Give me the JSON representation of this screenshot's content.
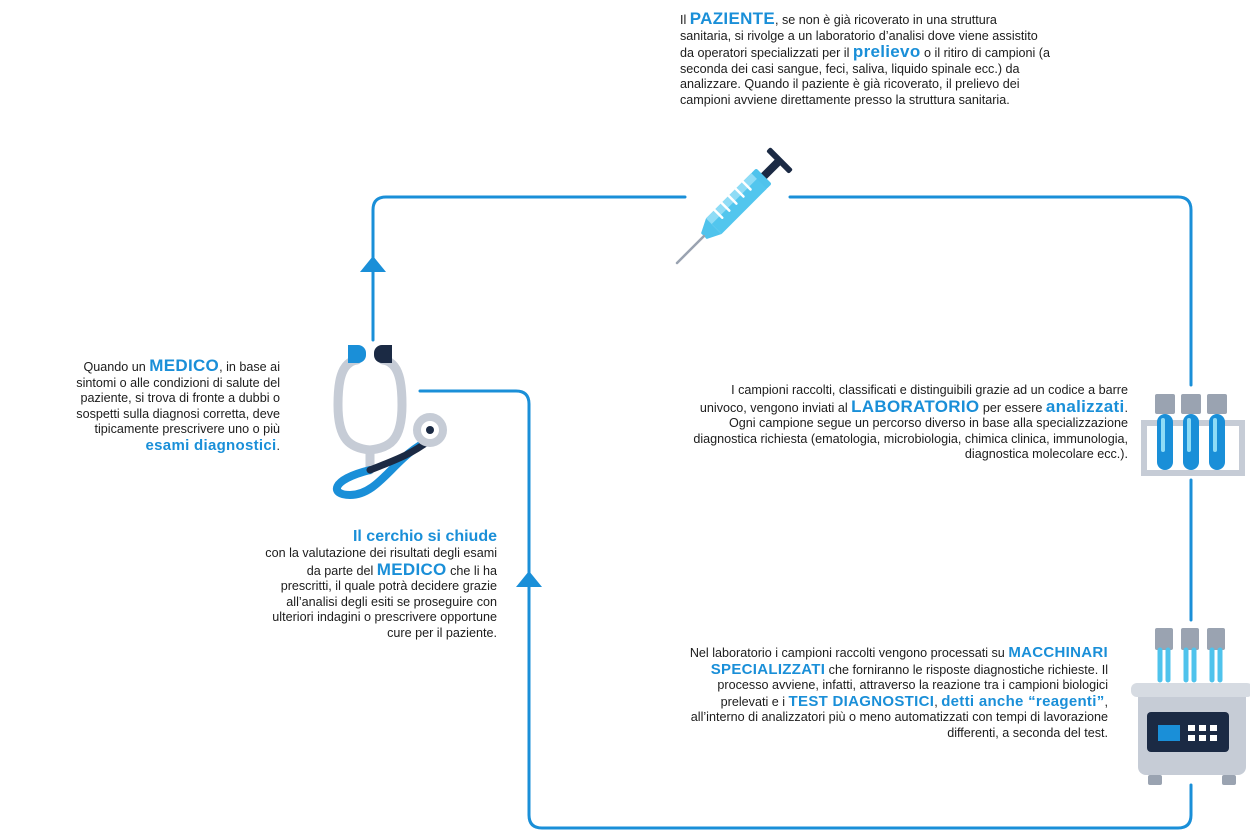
{
  "colors": {
    "accent": "#1a8fd8",
    "line": "#1a8fd8",
    "dark": "#1b2a44",
    "gray": "#c6ccd6"
  },
  "icons": [
    "syringe-icon",
    "stethoscope-icon",
    "test-tubes-icon",
    "analyzer-machine-icon",
    "arrow-up-icon"
  ],
  "patient": {
    "pre": "Il ",
    "kw1": "PAZIENTE",
    "t1": ", se non è già ricoverato in una struttura sanitaria, si rivolge a un laboratorio d’analisi dove viene assistito da operatori specializzati per il ",
    "kw2": "prelievo",
    "t2": " o il ritiro di campioni (a seconda dei casi sangue, feci, saliva, liquido spinale ecc.) da analizzare. Quando il paziente è già ricoverato, il prelievo dei campioni avviene direttamente presso la struttura sanitaria."
  },
  "doctor": {
    "pre": "Quando un ",
    "kw1": "MEDICO",
    "t1": ", in base ai sintomi o alle condizioni di salute del paziente, si trova di fronte a dubbi o sospetti sulla diagnosi corretta, deve tipicamente prescrivere uno o più ",
    "kw2": "esami diagnostici",
    "t2": "."
  },
  "lab": {
    "t1": "I campioni raccolti, classificati e distinguibili grazie ad un codice a barre univoco, vengono inviati al ",
    "kw1": "LABORATORIO",
    "t2": " per essere ",
    "kw2": "analizzati",
    "t3": ". Ogni campione segue un percorso diverso in base alla specializzazione diagnostica richiesta (ematologia, microbiologia, chimica clinica, immunologia, diagnostica molecolare ecc.)."
  },
  "closing": {
    "title": "Il cerchio si chiude",
    "t1": "con la valutazione dei risultati degli esami da parte del ",
    "kw1": "MEDICO",
    "t2": " che li ha prescritti, il quale potrà decidere grazie all’analisi degli esiti se proseguire con ulteriori indagini o prescrivere opportune cure per il paziente."
  },
  "machine": {
    "t1": "Nel laboratorio i campioni raccolti vengono processati su ",
    "kw1": "MACCHINARI SPECIALIZZATI",
    "t2": " che forniranno le risposte diagnostiche richieste. Il processo avviene, infatti, attraverso la reazione tra i campioni biologici prelevati e i ",
    "kw2": "TEST DIAGNOSTICI",
    "t3": ", ",
    "kw3": "detti anche “reagenti”",
    "t4": ", all’interno di analizzatori più o meno automatizzati con tempi di lavorazione differenti, a seconda del test."
  }
}
